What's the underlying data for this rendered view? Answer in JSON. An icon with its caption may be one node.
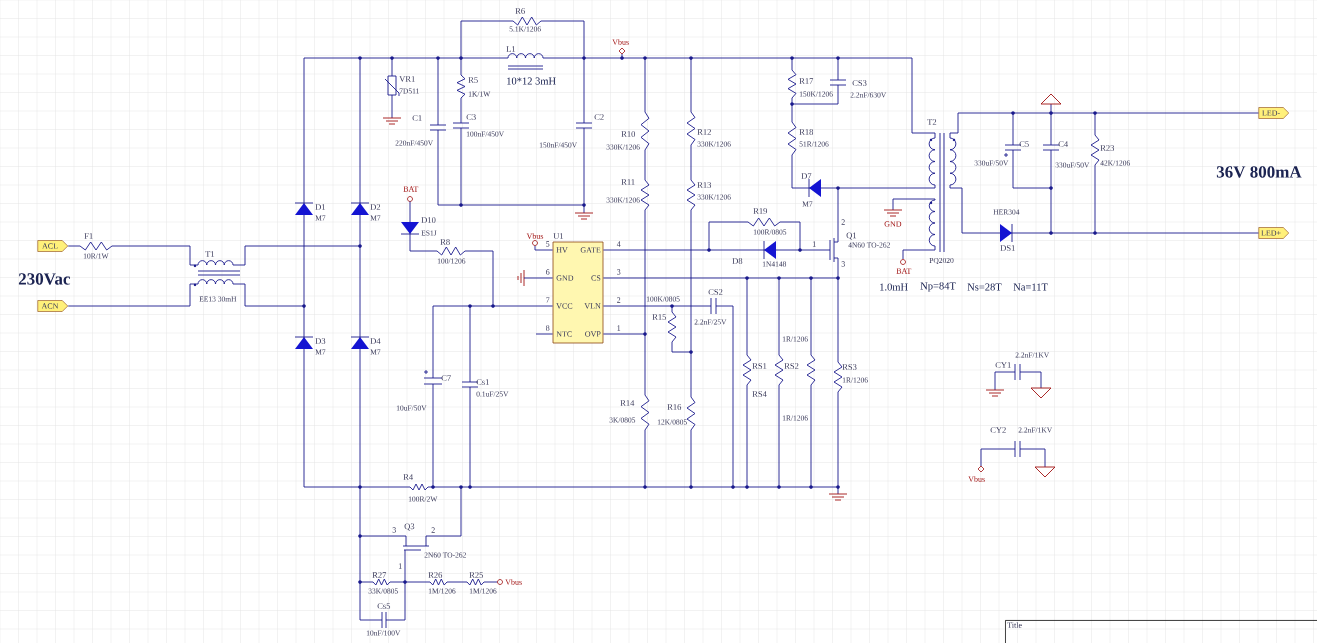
{
  "diagram": {
    "nodes": [
      {
        "text": [
          "ACL"
        ]
      },
      {
        "text": [
          "ACN"
        ]
      },
      {
        "text": [
          "U1",
          "HV",
          "GATE",
          "GND",
          "CS",
          "VCC",
          "VLN",
          "NTC",
          "OVP"
        ]
      },
      {
        "text": [
          "LED-"
        ]
      },
      {
        "text": [
          "LED+"
        ]
      },
      {
        "text": [
          "Title"
        ]
      },
      {
        "text": [
          "Vbus"
        ]
      }
    ],
    "edges": [
      {
        "from": 0,
        "to": null,
        "arrow": "none"
      },
      {
        "from": 1,
        "to": null,
        "arrow": "none"
      },
      {
        "from": 2,
        "to": 6,
        "arrow": "none",
        "label": "5"
      },
      {
        "from": 2,
        "to": null,
        "arrow": "none",
        "label": "4"
      },
      {
        "from": 2,
        "to": null,
        "arrow": "none",
        "label": "6"
      },
      {
        "from": 2,
        "to": null,
        "arrow": "none",
        "label": "3"
      },
      {
        "from": 2,
        "to": null,
        "arrow": "none",
        "label": "7"
      },
      {
        "from": 2,
        "to": null,
        "arrow": "none",
        "label": "2"
      },
      {
        "from": 2,
        "to": null,
        "arrow": "none",
        "label": "8"
      },
      {
        "from": 2,
        "to": null,
        "arrow": "none",
        "label": "1"
      },
      {
        "from": 3,
        "to": null,
        "arrow": "none"
      },
      {
        "from": 4,
        "to": null,
        "arrow": "none"
      }
    ],
    "labels": [
      "R6",
      "5.1K/1206",
      "Vbus",
      "L1",
      "VR1",
      "R5",
      "10*12 3mH",
      "R17",
      "CS3",
      "7D511",
      "1K/1W",
      "150K/1206",
      "2.2nF/630V",
      "C1",
      "C3",
      "C2",
      "T2",
      "100nF/450V",
      "R10",
      "R12",
      "R18",
      "220nF/450V",
      "150nF/450V",
      "330K/1206",
      "330K/1206",
      "51R/1206",
      "C5",
      "C4",
      "R23",
      "D7",
      "330uF/50V",
      "330uF/50V",
      "42K/1206",
      "36V 800mA",
      "BAT",
      "R11",
      "R13",
      "330K/1206",
      "330K/1206",
      "M7",
      "D1",
      "D2",
      "R19",
      "HER304",
      "M7",
      "M7",
      "D10",
      "2",
      "GND",
      "F1",
      "ES1J",
      "100R/0805",
      "Q1",
      "R8",
      "1",
      "4N60 TO-262",
      "DS1",
      "10R/1W",
      "T1",
      "100/1206",
      "D8",
      "1N4148",
      "3",
      "PQ2020",
      "230Vac",
      "BAT",
      "1.0mH",
      "Np=84T",
      "Ns=28T",
      "Na=11T",
      "EE13 30mH",
      "100K/0805",
      "CS2",
      "R15",
      "2.2nF/25V",
      "D3",
      "D4",
      "1R/1206",
      "M7",
      "M7",
      "2.2nF/1KV",
      "RS1",
      "RS2",
      "RS3",
      "CY1",
      "C7",
      "Cs1",
      "1R/1206",
      "0.1uF/25V",
      "RS4",
      "10uF/50V",
      "R14",
      "R16",
      "3K/0805",
      "12K/0805",
      "1R/1206",
      "CY2",
      "2.2nF/1KV",
      "R4",
      "Vbus",
      "100R/2W",
      "3",
      "Q3",
      "2",
      "2N60 TO-262",
      "1",
      "R27",
      "R26",
      "R25",
      "Vbus",
      "33K/0805",
      "1M/1206",
      "1M/1206",
      "Cs5",
      "10nF/100V"
    ]
  }
}
